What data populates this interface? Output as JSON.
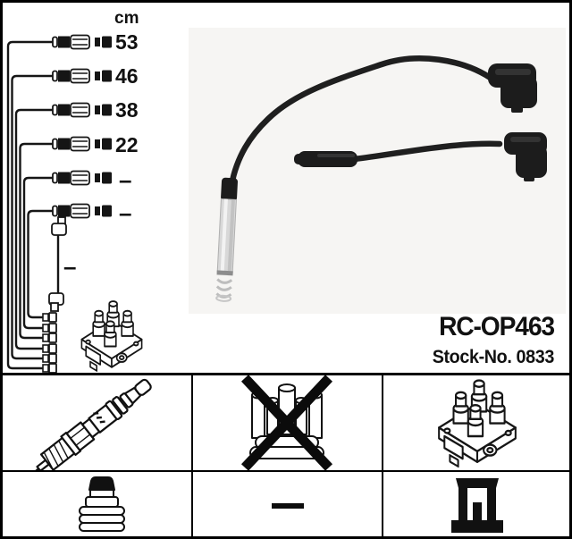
{
  "product": {
    "code": "RC-OP463",
    "stock": "Stock-No. 0833"
  },
  "diagram": {
    "unit": "cm",
    "cables": [
      {
        "id": 1,
        "length": "53"
      },
      {
        "id": 2,
        "length": "46"
      },
      {
        "id": 3,
        "length": "38"
      },
      {
        "id": 4,
        "length": "22"
      },
      {
        "id": 5,
        "length": "–"
      },
      {
        "id": 6,
        "length": "–"
      },
      {
        "id": 7,
        "length": "–",
        "note": "coil-jumper-cable"
      }
    ],
    "components": [
      "cable-connectors",
      "terminal-stack",
      "ignition-coil-pack"
    ]
  },
  "photo": {
    "items": [
      "ignition-cable-with-metal-tube-connector",
      "ignition-cable-with-two-boots"
    ]
  },
  "legend_grid": {
    "row1": [
      {
        "icon": "spark-plug-icon",
        "crossed": false
      },
      {
        "icon": "distributor-cap-icon",
        "crossed": true
      },
      {
        "icon": "ignition-coil-icon",
        "crossed": false
      }
    ],
    "row2": [
      {
        "icon": "plug-terminal-nut-icon",
        "crossed": false
      },
      {
        "icon": "dash-icon",
        "symbol": "–"
      },
      {
        "icon": "coil-terminal-icon",
        "crossed": false
      }
    ]
  },
  "colors": {
    "ink": "#111111",
    "background": "#ffffff",
    "photo_background": "#f6f5f3",
    "tube_gray": "#d8d8d8"
  }
}
